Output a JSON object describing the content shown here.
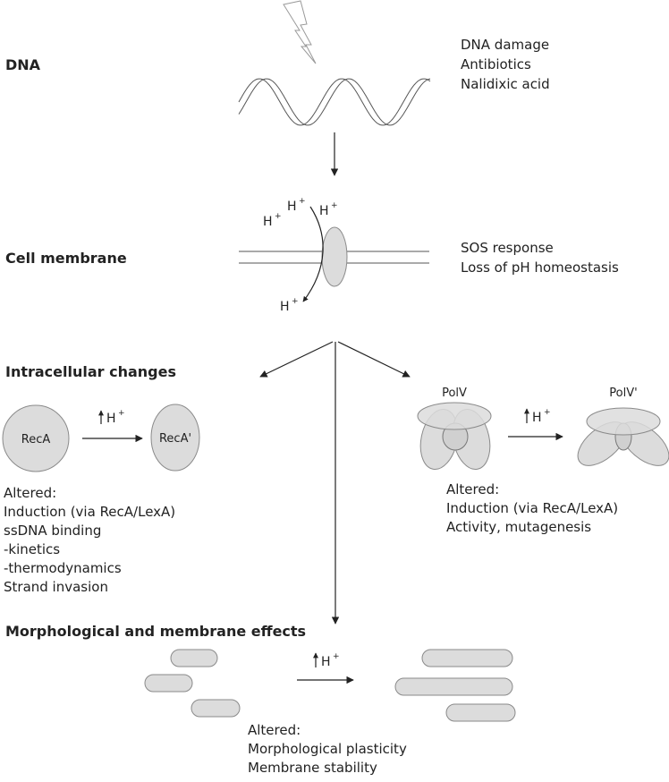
{
  "sections": {
    "dna": "DNA",
    "membrane": "Cell membrane",
    "intracellular": "Intracellular changes",
    "morphology": "Morphological and membrane effects"
  },
  "dna_causes": [
    "DNA damage",
    "Antibiotics",
    "Nalidixic acid"
  ],
  "membrane_notes": [
    "SOS response",
    "Loss of pH homeostasis"
  ],
  "proton": {
    "symbol": "H",
    "charge": "+"
  },
  "reca": {
    "before": "RecA",
    "after": "RecA'",
    "altered": [
      "Altered:",
      "Induction (via RecA/LexA)",
      "ssDNA binding",
      "-kinetics",
      "-thermodynamics",
      "Strand invasion"
    ]
  },
  "polv": {
    "before": "PolV",
    "after": "PolV'",
    "altered": [
      "Altered:",
      "Induction (via RecA/LexA)",
      "Activity, mutagenesis"
    ]
  },
  "morph": {
    "altered": [
      "Altered:",
      "Morphological plasticity",
      "Membrane stability"
    ]
  },
  "icons": {
    "lightning": "lightning-bolt-icon",
    "helix": "dna-double-helix-icon",
    "channel": "membrane-channel-icon",
    "cell": "rod-shaped-bacterium-icon"
  },
  "colors": {
    "shape_fill": "#dcdcdc",
    "shape_stroke": "#8a8a8a",
    "text": "#222222"
  }
}
